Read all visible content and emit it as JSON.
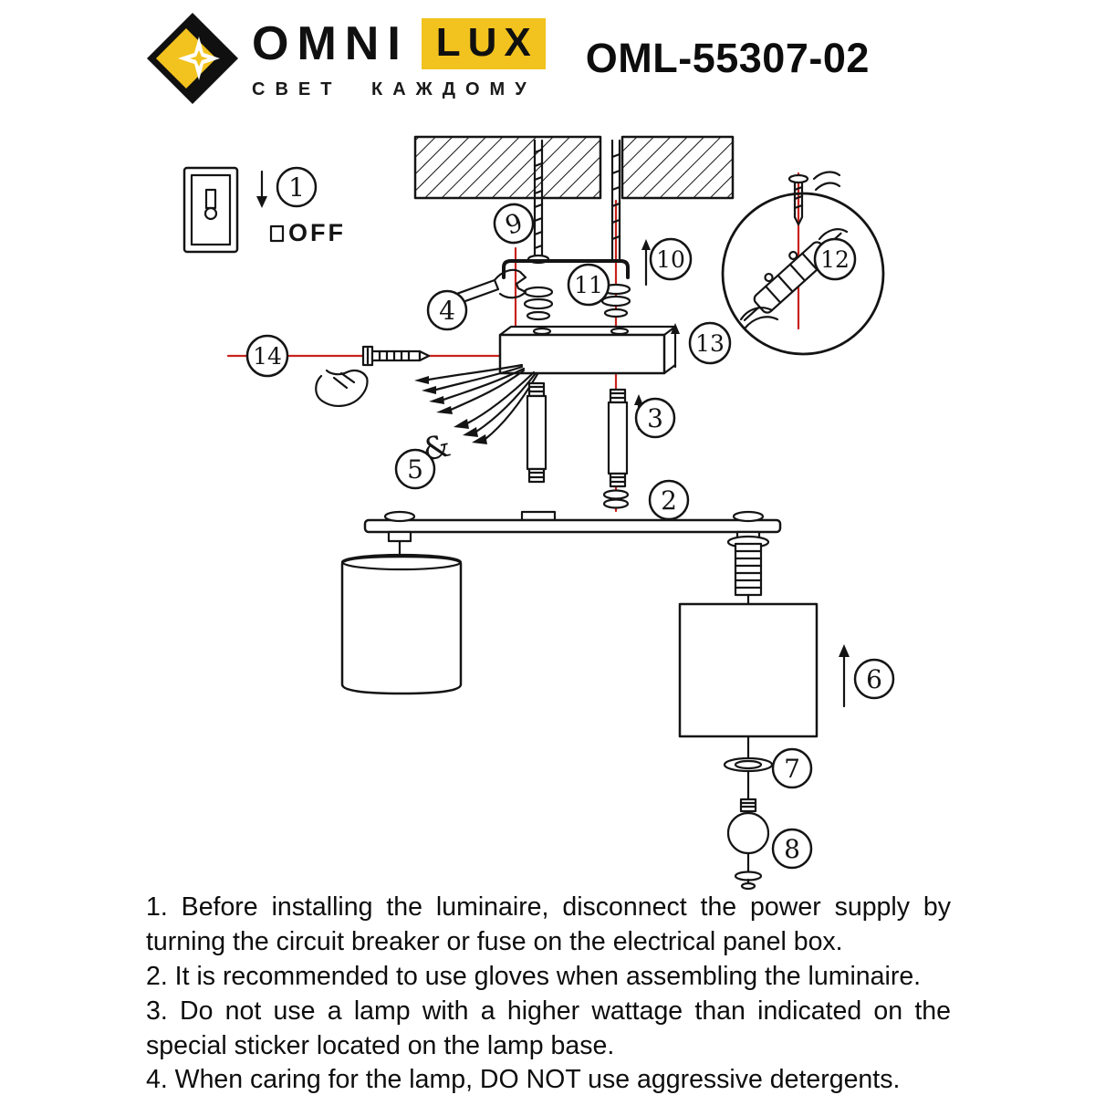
{
  "header": {
    "brand_main": "OMNI",
    "brand_accent": "LUX",
    "tagline": "СВЕТ КАЖДОМУ",
    "model": "OML-55307-02",
    "brand_yellow": "#F2C21E",
    "brand_black": "#101010"
  },
  "diagram": {
    "off_label": "OFF",
    "wire_glyph": "&",
    "line_color": "#141414",
    "guide_color": "#C8231D",
    "callouts": [
      "1",
      "2",
      "3",
      "4",
      "5",
      "6",
      "7",
      "8",
      "9",
      "10",
      "11",
      "12",
      "13",
      "14"
    ]
  },
  "instructions": {
    "items": [
      "1. Before installing the luminaire, disconnect the power supply by turning the circuit breaker or fuse on the electrical panel box.",
      "2. It is recommended to use gloves when assembling the luminaire.",
      "3. Do not use a lamp with a higher wattage than indicated on the special sticker located on the lamp base.",
      "4. When caring for the lamp, DO NOT use aggressive detergents."
    ]
  }
}
